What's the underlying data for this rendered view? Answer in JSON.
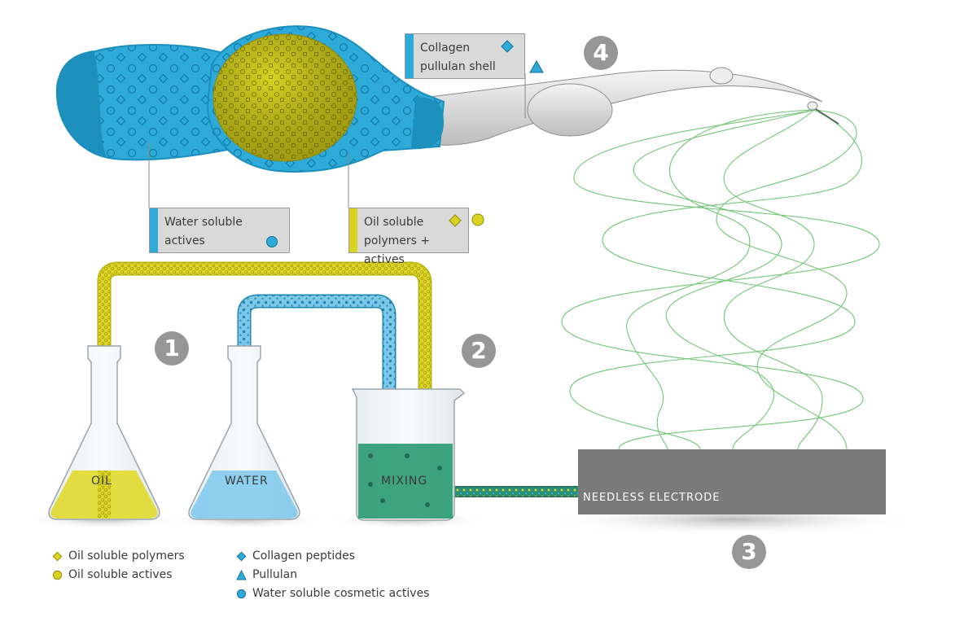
{
  "colors": {
    "blue": "#2eaad8",
    "blue_dark": "#1c8fbd",
    "yellow": "#d9d321",
    "yellow_dark": "#b5ae10",
    "green_fiber": "#6cc36f",
    "mix_green": "#2f9b74",
    "gray_box": "#d9d9d9",
    "gray_step": "#969696",
    "electrode": "#7a7a7a"
  },
  "callouts": {
    "collagen": {
      "line1": "Collagen",
      "line2": "pullulan shell",
      "icons": [
        "diamond-blue",
        "triangle-blue"
      ]
    },
    "water": {
      "line1": "Water soluble",
      "line2": "actives",
      "icons": [
        "circle-blue"
      ]
    },
    "oil": {
      "line1": "Oil soluble",
      "line2": "polymers + actives",
      "icons": [
        "diamond-yellow",
        "circle-yellow"
      ]
    }
  },
  "steps": {
    "s1": "1",
    "s2": "2",
    "s3": "3",
    "s4": "4"
  },
  "flasks": {
    "oil": "OIL",
    "water": "WATER",
    "mixing": "MIXING"
  },
  "electrode": {
    "label": "NEEDLESS ELECTRODE"
  },
  "legend": {
    "col1": [
      {
        "icon": "diamond-yellow",
        "label": "Oil soluble polymers"
      },
      {
        "icon": "circle-yellow",
        "label": "Oil soluble actives"
      }
    ],
    "col2": [
      {
        "icon": "diamond-blue",
        "label": "Collagen peptides"
      },
      {
        "icon": "triangle-blue",
        "label": "Pullulan"
      },
      {
        "icon": "circle-blue",
        "label": "Water soluble cosmetic actives"
      }
    ]
  }
}
